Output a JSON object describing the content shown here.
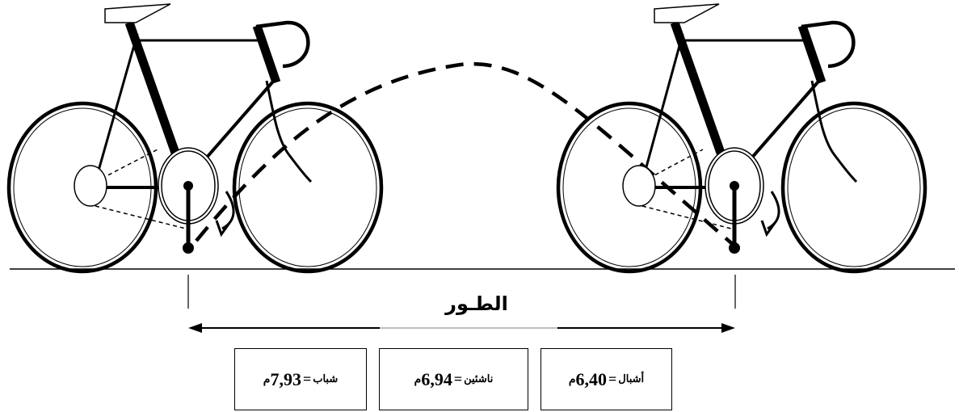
{
  "diagram": {
    "stride_label": "الطـور",
    "categories": [
      {
        "name": "أشبال",
        "eq": "=",
        "value": "6,40",
        "unit": "م"
      },
      {
        "name": "ناشئين",
        "eq": "=",
        "value": "6,94",
        "unit": "م"
      },
      {
        "name": "شباب",
        "eq": "=",
        "value": "7,93",
        "unit": "م"
      }
    ]
  }
}
